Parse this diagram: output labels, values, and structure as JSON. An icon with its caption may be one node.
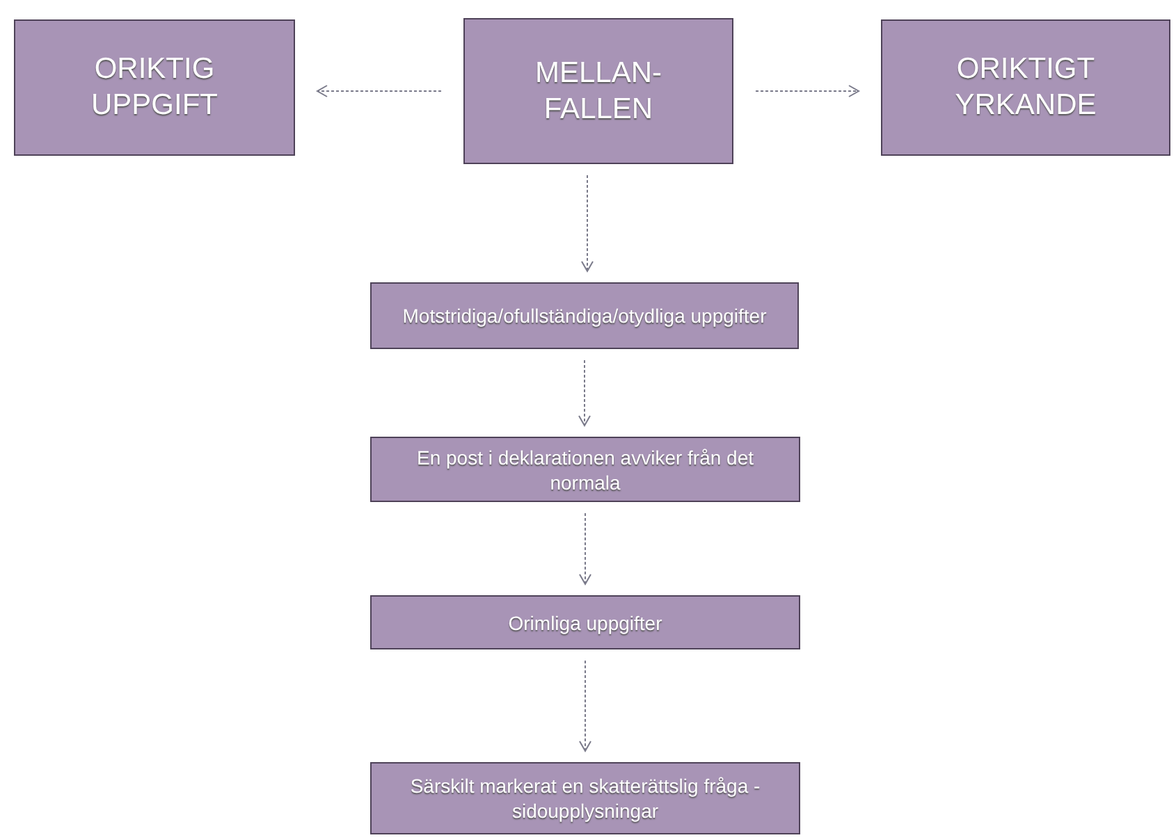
{
  "diagram": {
    "nodes": [
      {
        "text": [
          "ORIKTIG UPPGIFT"
        ]
      },
      {
        "text": [
          "MELLAN- FALLEN"
        ]
      },
      {
        "text": [
          "ORIKTIGT YRKANDE"
        ]
      },
      {
        "text": [
          "Motstridiga/ofullständiga/otydliga uppgifter"
        ]
      },
      {
        "text": [
          "En post i deklarationen avviker från det normala"
        ]
      },
      {
        "text": [
          "Orimliga uppgifter"
        ]
      },
      {
        "text": [
          "Särskilt markerat en skatterättslig fråga - sidoupplysningar"
        ]
      }
    ],
    "edges": [
      {
        "from": 1,
        "to": 0,
        "arrow": "to"
      },
      {
        "from": 1,
        "to": 2,
        "arrow": "to"
      },
      {
        "from": 1,
        "to": 3,
        "arrow": "to"
      },
      {
        "from": 3,
        "to": 4,
        "arrow": "to"
      },
      {
        "from": 4,
        "to": 5,
        "arrow": "to"
      },
      {
        "from": 5,
        "to": 6,
        "arrow": "to"
      }
    ]
  }
}
